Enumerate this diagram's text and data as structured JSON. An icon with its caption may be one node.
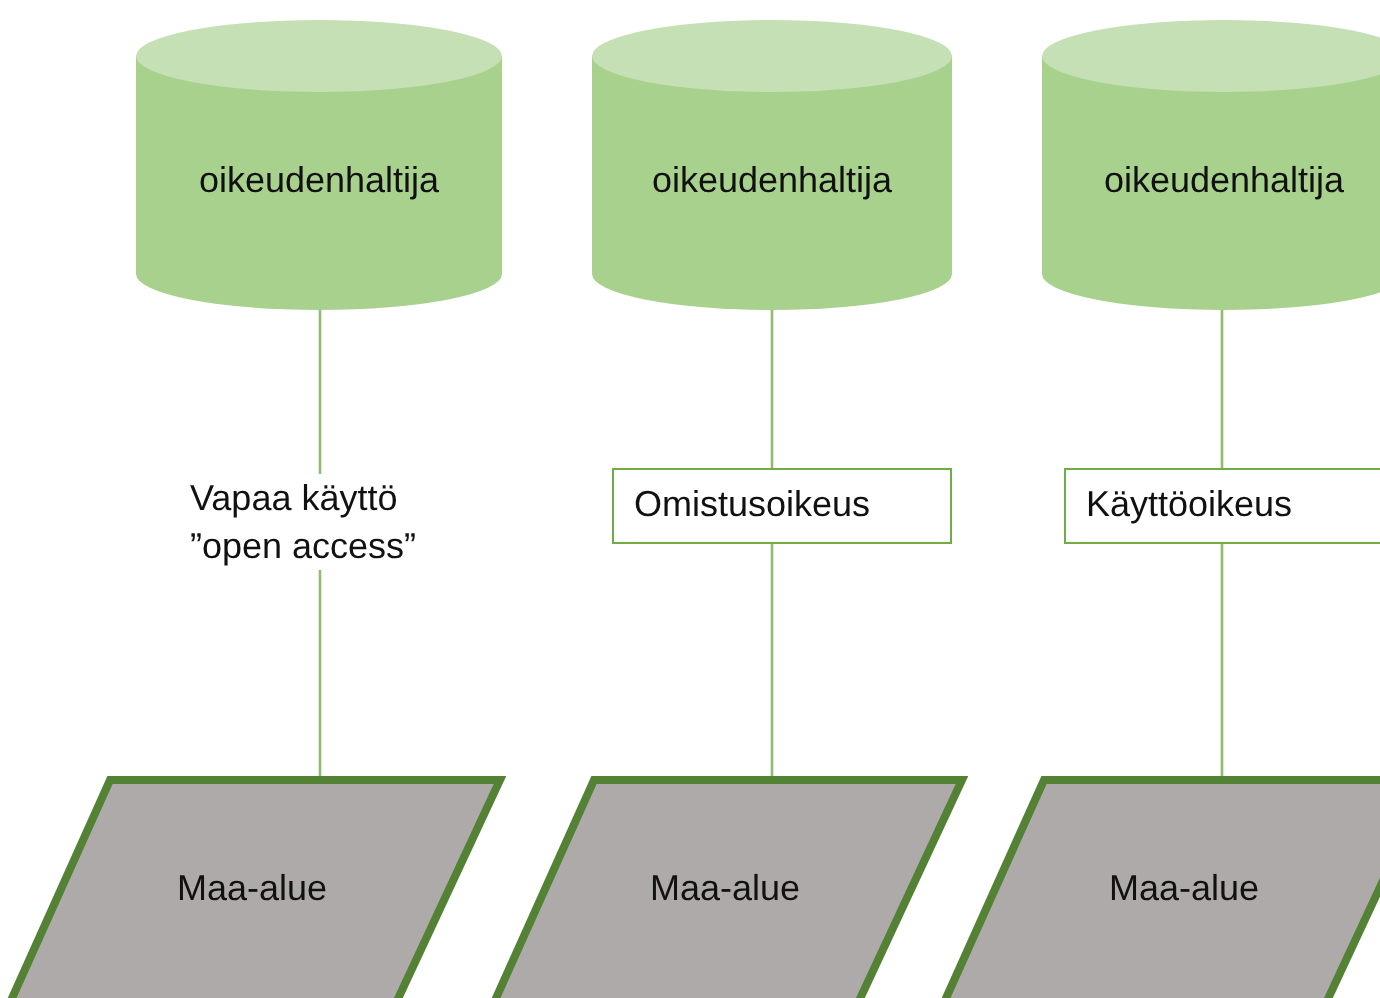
{
  "diagram": {
    "nodes": [
      {
        "text": [
          "oikeudenhaltija"
        ]
      },
      {
        "text": [
          "oikeudenhaltija"
        ]
      },
      {
        "text": [
          "oikeudenhaltija"
        ]
      },
      {
        "text": [
          "Omistusoikeus"
        ]
      },
      {
        "text": [
          "Käyttöoikeus"
        ]
      },
      {
        "text": [
          "Maa-alue"
        ]
      },
      {
        "text": [
          "Maa-alue"
        ]
      },
      {
        "text": [
          "Maa-alue"
        ]
      }
    ],
    "edges": [
      {
        "from": 0,
        "to": 5,
        "arrow": "none",
        "label": "Vapaa käyttö ”open access”"
      },
      {
        "from": 1,
        "to": 3,
        "arrow": "none"
      },
      {
        "from": 3,
        "to": 6,
        "arrow": "none"
      },
      {
        "from": 2,
        "to": 4,
        "arrow": "none"
      },
      {
        "from": 4,
        "to": 7,
        "arrow": "none"
      }
    ]
  }
}
